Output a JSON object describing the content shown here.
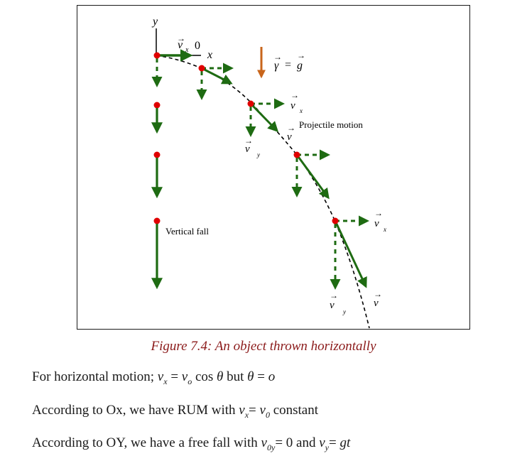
{
  "figure": {
    "axis_y": "y",
    "axis_x": "x",
    "v_x0_v": "v",
    "v_x0_sub": "x",
    "v_x0_zero": "0",
    "gamma_lhs": "γ",
    "gamma_eq": "=",
    "gamma_rhs": "g",
    "projectile_label": "Projectile motion",
    "vertical_label": "Vertical fall",
    "v": "v",
    "sub_x": "x",
    "sub_y": "y",
    "colors": {
      "arrow": "#1e6b12",
      "point": "#e00000",
      "gamma": "#c8651b",
      "axis": "#000000"
    }
  },
  "caption": "Figure 7.4: An object thrown horizontally",
  "text": {
    "l1_a": "For horizontal motion; ",
    "l1_v": "v",
    "l1_vsub": "x",
    "l1_eq": " = ",
    "l1_v2": "v",
    "l1_v2sub": "o",
    "l1_b": " cos ",
    "l1_theta": "θ",
    "l1_c": " but ",
    "l1_theta2": "θ",
    "l1_d": " = ",
    "l1_o": "o",
    "l2_a": "According to Ox, we have RUM with ",
    "l2_v": "v",
    "l2_vsub": "x",
    "l2_eq": "= ",
    "l2_v2": "v",
    "l2_v2sub": "0",
    "l2_b": " constant",
    "l3_a": "According to OY, we have a free fall with ",
    "l3_v": "v",
    "l3_vsub": "0y",
    "l3_b": "= 0 and ",
    "l3_v2": "v",
    "l3_v2sub": "y",
    "l3_c": "= ",
    "l3_gt": "gt"
  }
}
